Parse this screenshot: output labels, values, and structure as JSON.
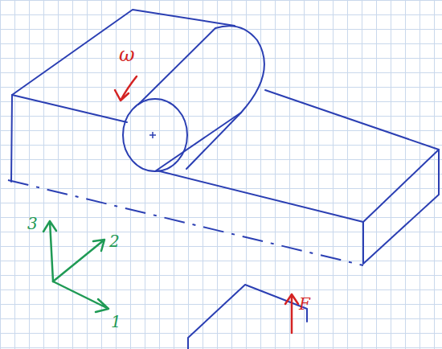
{
  "diagram": {
    "labels": [
      "ω",
      "3",
      "2",
      "1",
      "F"
    ]
  }
}
